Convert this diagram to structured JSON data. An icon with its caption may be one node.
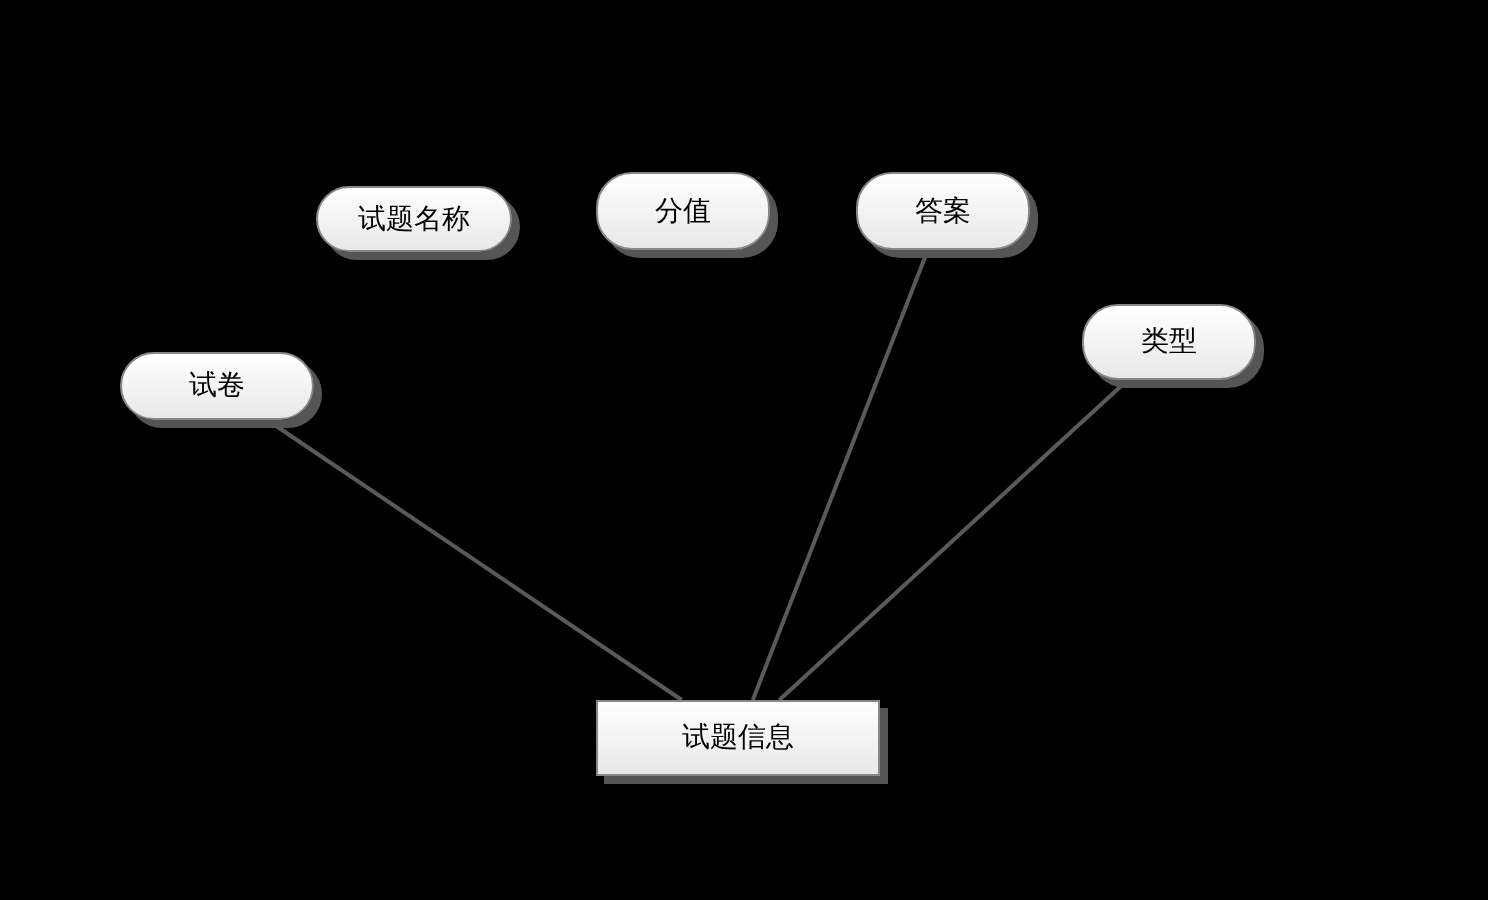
{
  "diagram": {
    "nodes": [
      {
        "text": [
          "试题名称"
        ]
      },
      {
        "text": [
          "分值"
        ]
      },
      {
        "text": [
          "答案"
        ]
      },
      {
        "text": [
          "试卷"
        ]
      },
      {
        "text": [
          "类型"
        ]
      },
      {
        "text": [
          "试题信息"
        ]
      }
    ],
    "edges": [
      {
        "from": 3,
        "to": 5,
        "arrow": "none"
      },
      {
        "from": 2,
        "to": 5,
        "arrow": "none"
      },
      {
        "from": 4,
        "to": 5,
        "arrow": "none"
      }
    ]
  }
}
